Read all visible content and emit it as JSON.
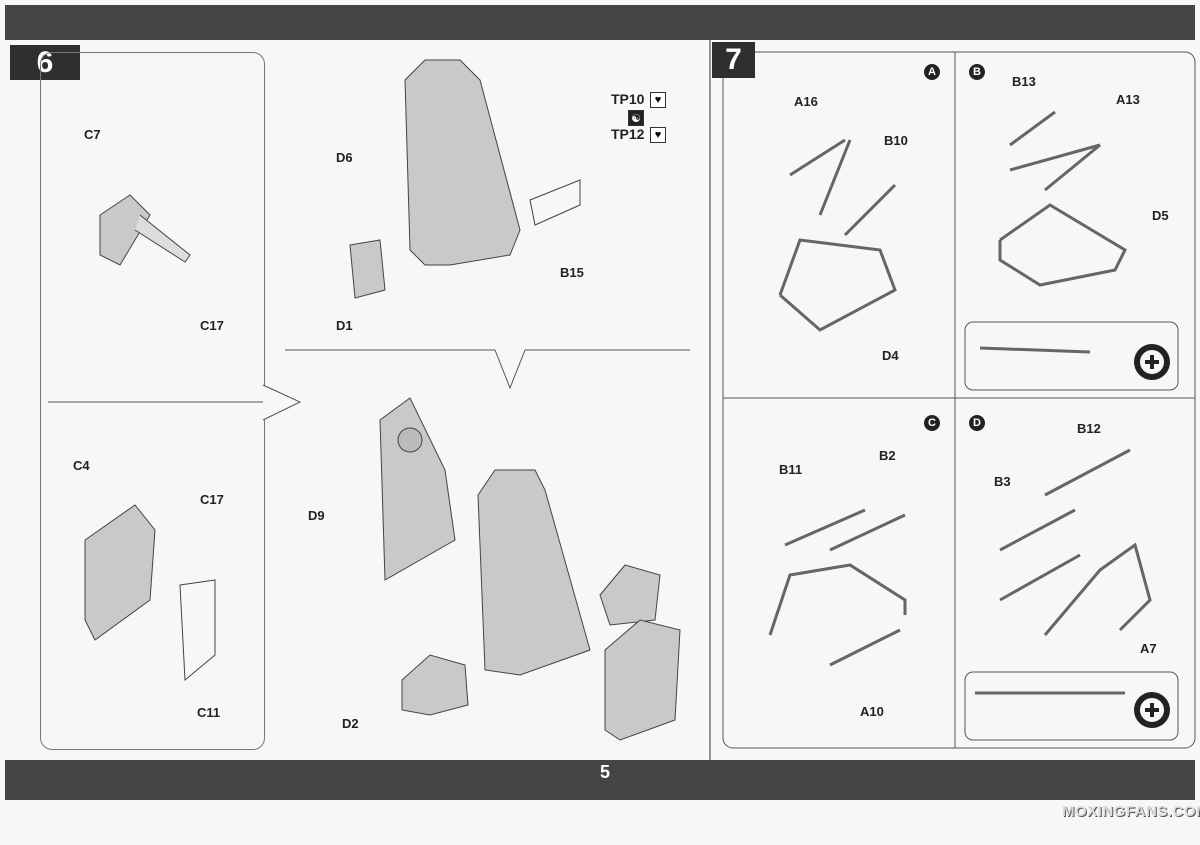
{
  "page_number": "5",
  "watermark": "MOXINGFANS.COM",
  "step6": {
    "number": "6",
    "labels": {
      "c7": "C7",
      "c17a": "C17",
      "c4": "C4",
      "c17b": "C17",
      "c11": "C11",
      "d6": "D6",
      "d1": "D1",
      "tp10": "TP10",
      "tp12": "TP12",
      "b15": "B15",
      "d9": "D9",
      "d2": "D2"
    }
  },
  "step7": {
    "number": "7",
    "sections": {
      "a": "A",
      "b": "B",
      "c": "C",
      "d": "D"
    },
    "labels": {
      "a16": "A16",
      "b10": "B10",
      "d4": "D4",
      "b13": "B13",
      "a13": "A13",
      "d5": "D5",
      "b11": "B11",
      "b2": "B2",
      "a10": "A10",
      "b12": "B12",
      "b3": "B3",
      "a7": "A7"
    }
  },
  "icons": [
    "glue-icon",
    "paint-icon",
    "zoom-in-icon"
  ]
}
